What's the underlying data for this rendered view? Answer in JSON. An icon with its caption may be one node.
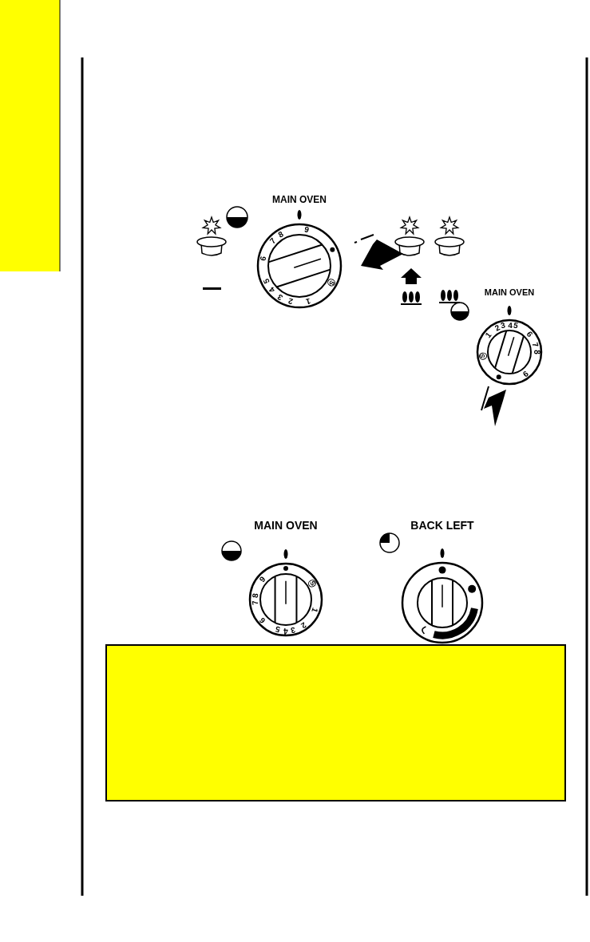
{
  "diagram": {
    "nodes": [
      {
        "text": [
          "MAIN OVEN",
          "1",
          "2",
          "3",
          "4",
          "5",
          "6",
          "7",
          "8",
          "9",
          "S"
        ]
      },
      {
        "text": [
          "MAIN OVEN",
          "1",
          "2",
          "3",
          "4",
          "5",
          "6",
          "7",
          "8",
          "9",
          "S"
        ]
      },
      {
        "text": [
          "MAIN OVEN",
          "1",
          "2",
          "3",
          "4",
          "5",
          "6",
          "7",
          "8",
          "9",
          "S"
        ]
      },
      {
        "text": [
          "BACK LEFT"
        ]
      }
    ]
  }
}
